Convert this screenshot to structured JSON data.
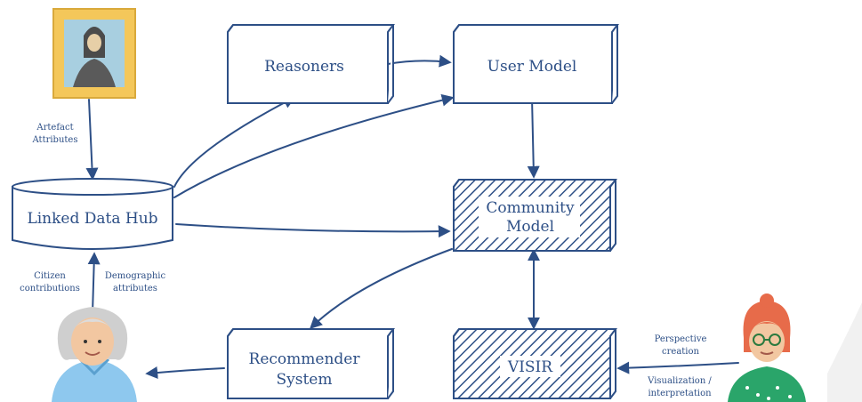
{
  "nodes": {
    "reasoners": "Reasoners",
    "user_model": "User Model",
    "linked_data_hub": "Linked Data Hub",
    "community_model_1": "Community",
    "community_model_2": "Model",
    "recommender_1": "Recommender",
    "recommender_2": "System",
    "visir": "VISIR"
  },
  "edge_labels": {
    "artefact_1": "Artefact",
    "artefact_2": "Attributes",
    "citizen_1": "Citizen",
    "citizen_2": "contributions",
    "demographic_1": "Demographic",
    "demographic_2": "attributes",
    "perspective_1": "Perspective",
    "perspective_2": "creation",
    "visualization_1": "Visualization /",
    "visualization_2": "interpretation"
  },
  "colors": {
    "primary": "#2d4f86",
    "frame_gold": "#f4c75a",
    "citizen_shirt": "#8ec8ee",
    "curator_hair": "#e76b4a",
    "curator_shirt": "#2aa56a"
  }
}
